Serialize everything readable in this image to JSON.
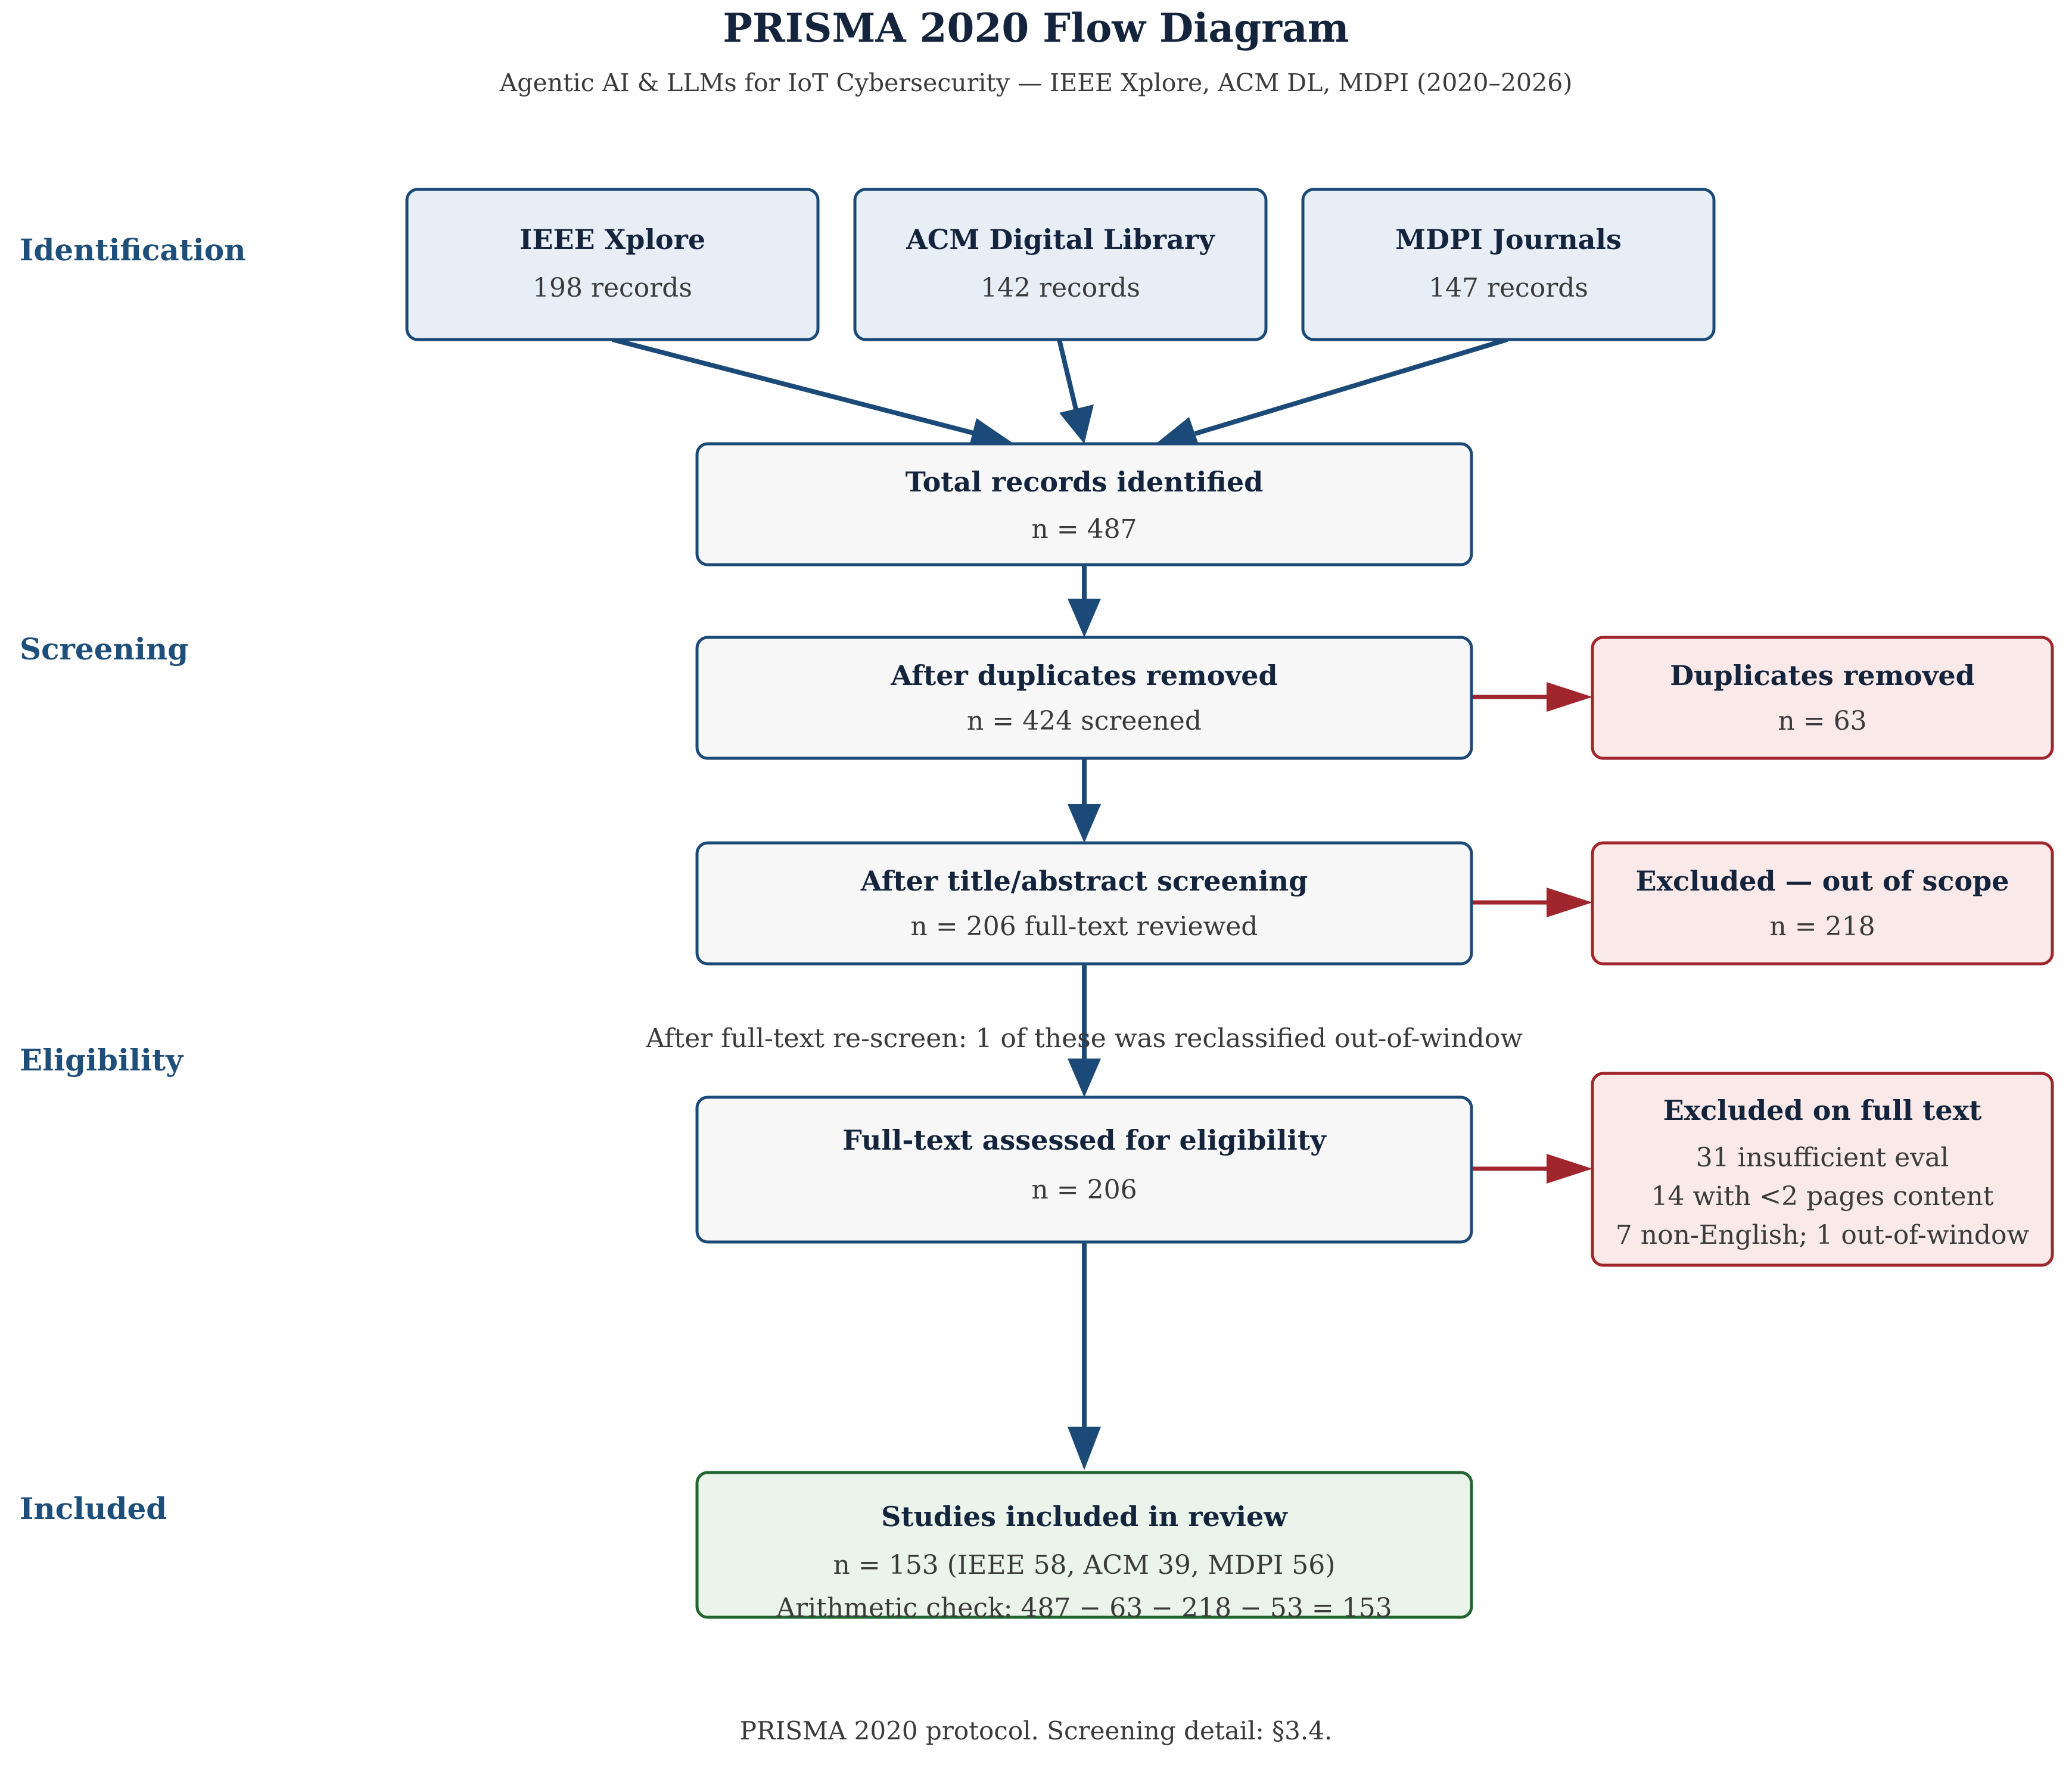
{
  "title": "PRISMA 2020 Flow Diagram",
  "subtitle": "Agentic AI & LLMs for IoT Cybersecurity — IEEE Xplore, ACM DL, MDPI (2020–2026)",
  "stages": {
    "identification": "Identification",
    "screening": "Screening",
    "eligibility": "Eligibility",
    "included": "Included"
  },
  "sources": [
    {
      "name": "IEEE Xplore",
      "count": "198 records"
    },
    {
      "name": "ACM Digital Library",
      "count": "142 records"
    },
    {
      "name": "MDPI Journals",
      "count": "147 records"
    }
  ],
  "total": {
    "title": "Total records identified",
    "text": "n = 487"
  },
  "dedup": {
    "title": "After duplicates removed",
    "text": "n = 424 screened"
  },
  "duplicates": {
    "title": "Duplicates removed",
    "text": "n = 63"
  },
  "title_abstract": {
    "title": "After title/abstract screening",
    "text": "n = 206 full-text reviewed"
  },
  "out_of_scope": {
    "title": "Excluded — out of scope",
    "text": "n = 218"
  },
  "rescreen_note": "After full-text re-screen: 1 of these was reclassified out-of-window",
  "fulltext": {
    "title": "Full-text assessed for eligibility",
    "text": "n = 206"
  },
  "excluded_fulltext": {
    "title": "Excluded on full text",
    "lines": [
      "31 insufficient eval",
      "14 with <2 pages content",
      "7 non-English; 1 out-of-window"
    ]
  },
  "included": {
    "title": "Studies included in review",
    "text": "n = 153 (IEEE 58, ACM 39, MDPI 56)",
    "check": "Arithmetic check: 487 − 63 − 218 − 53 = 153"
  },
  "footer": "PRISMA 2020 protocol. Screening detail: §3.4.",
  "colors": {
    "navy": "#1b4a78",
    "red": "#a0262d",
    "green": "#22662f",
    "source_fill": "#e7eef6",
    "step_fill": "#f7f7f7",
    "exclusion_fill": "#f9e9e9",
    "included_fill": "#eaf4ea"
  }
}
